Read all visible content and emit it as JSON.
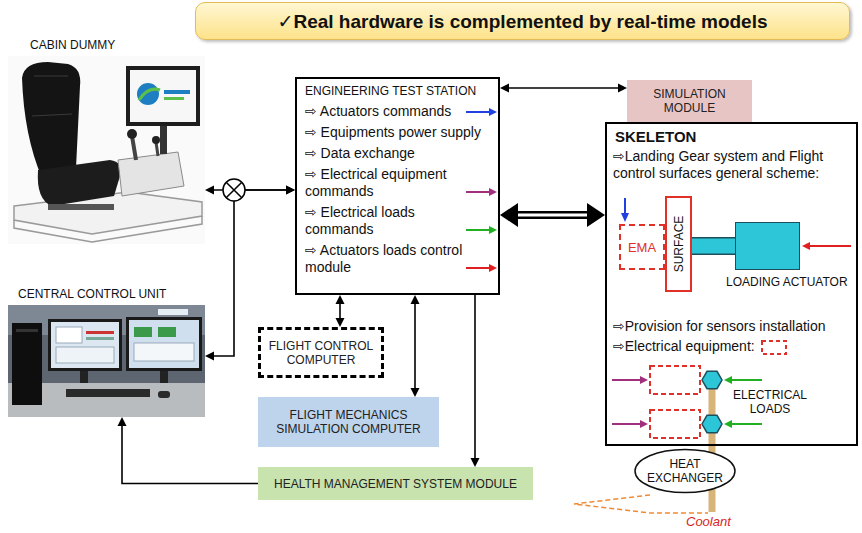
{
  "diagram": {
    "title": "✓Real hardware is complemented by real-time models",
    "nodes": [
      {
        "text": [
          "CABIN DUMMY"
        ]
      },
      {
        "text": [
          "ENGINEERING TEST STATION",
          "⇨ Actuators commands",
          "⇨ Equipments power supply",
          "⇨ Data exchange",
          "⇨ Electrical equipment commands",
          "⇨ Electrical loads commands",
          "⇨ Actuators loads control module"
        ]
      },
      {
        "text": [
          "SIMULATION MODULE"
        ]
      },
      {
        "text": [
          "SKELETON",
          "⇨Landing Gear system and Flight control surfaces general scheme:",
          "⇨Provision for sensors installation",
          "⇨Electrical equipment:"
        ]
      },
      {
        "text": [
          "EMA"
        ],
        "in": 3
      },
      {
        "text": [
          "SURFACE"
        ],
        "in": 3
      },
      {
        "text": [
          "LOADING ACTUATOR"
        ],
        "in": 3
      },
      {
        "text": [
          "CENTRAL CONTROL UNIT"
        ]
      },
      {
        "text": [
          "FLIGHT CONTROL COMPUTER"
        ]
      },
      {
        "text": [
          "FLIGHT MECHANICS SIMULATION COMPUTER"
        ]
      },
      {
        "text": [
          "HEALTH MANAGEMENT SYSTEM MODULE"
        ]
      },
      {
        "text": [
          "HEAT EXCHANGER"
        ]
      }
    ],
    "edges": [
      {
        "from": 1,
        "to": 0,
        "arrow": "both"
      },
      {
        "from": 1,
        "to": 7,
        "arrow": "both"
      },
      {
        "from": 1,
        "to": 2,
        "arrow": "both"
      },
      {
        "from": 1,
        "to": 3,
        "arrow": "both"
      },
      {
        "from": 1,
        "to": 8,
        "arrow": "both"
      },
      {
        "from": 1,
        "to": 9,
        "arrow": "both"
      },
      {
        "from": 1,
        "to": 10,
        "arrow": "to"
      },
      {
        "from": 10,
        "to": 7,
        "arrow": "to"
      },
      {
        "from": 5,
        "to": 6,
        "arrow": "none"
      }
    ],
    "labels": [
      "ELECTRICAL LOADS",
      "Coolant"
    ]
  }
}
